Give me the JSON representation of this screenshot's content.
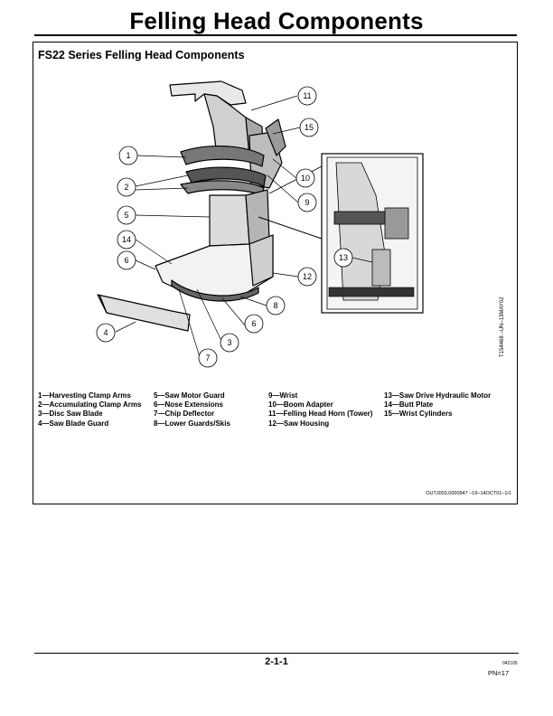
{
  "header": {
    "title": "Felling Head Components"
  },
  "section": {
    "heading": "FS22 Series Felling Head Components"
  },
  "figure": {
    "id": "T154468  –UN–13MAY02",
    "callouts": [
      "11",
      "15",
      "1",
      "10",
      "9",
      "2",
      "5",
      "14",
      "13",
      "6",
      "12",
      "8",
      "4",
      "6",
      "3",
      "7"
    ]
  },
  "legend": {
    "col1": [
      "1—Harvesting Clamp Arms",
      "2—Accumulating Clamp Arms",
      "3—Disc Saw Blade",
      "4—Saw Blade Guard"
    ],
    "col2": [
      "5—Saw Motor Guard",
      "6—Nose Extensions",
      "7—Chip Deflector",
      "8—Lower Guards/Skis"
    ],
    "col3": [
      "9—Wrist",
      "10—Boom Adapter",
      "11—Felling Head Horn (Tower)",
      "12—Saw Housing"
    ],
    "col4": [
      "13—Saw Drive Hydraulic Motor",
      "14—Butt Plate",
      "15—Wrist Cylinders"
    ]
  },
  "footer": {
    "ref_code": "OUTJ003,0000947   –19–14OCT01–1/1",
    "page_number": "2-1-1",
    "date_code": "042105",
    "pn": "PN=17"
  }
}
